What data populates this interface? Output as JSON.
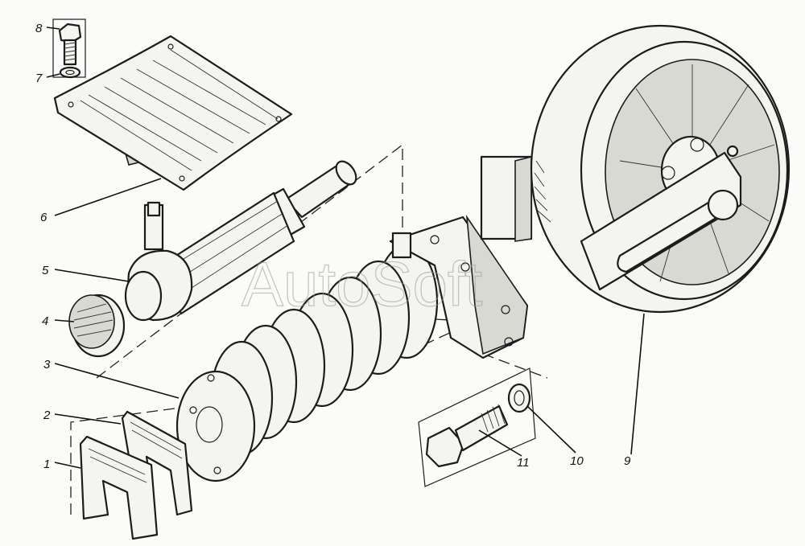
{
  "watermark": "AutoSoft",
  "callouts": [
    {
      "id": "1",
      "label": "1"
    },
    {
      "id": "2",
      "label": "2"
    },
    {
      "id": "3",
      "label": "3"
    },
    {
      "id": "4",
      "label": "4"
    },
    {
      "id": "5",
      "label": "5"
    },
    {
      "id": "6",
      "label": "6"
    },
    {
      "id": "7",
      "label": "7"
    },
    {
      "id": "8",
      "label": "8"
    },
    {
      "id": "9",
      "label": "9"
    },
    {
      "id": "10",
      "label": "10"
    },
    {
      "id": "11",
      "label": "11"
    }
  ],
  "colors": {
    "ink": "#1c1c1c",
    "paper": "#fbfbf9",
    "watermark": "#9a9a9a"
  }
}
